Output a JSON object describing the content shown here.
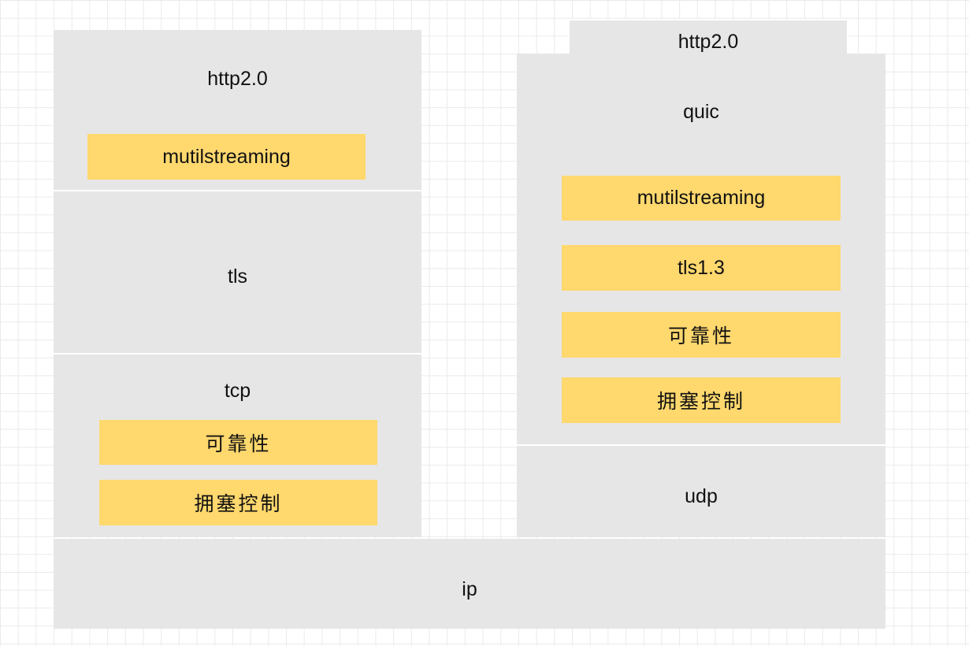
{
  "left_stack": {
    "http_label": "http2.0",
    "http_feature": "mutilstreaming",
    "tls_label": "tls",
    "tcp_label": "tcp",
    "tcp_features": [
      "可靠性",
      "拥塞控制"
    ]
  },
  "right_stack": {
    "http_tab_label": "http2.0",
    "quic_label": "quic",
    "quic_features": [
      "mutilstreaming",
      "tls1.3",
      "可靠性",
      "拥塞控制"
    ],
    "udp_label": "udp"
  },
  "base": {
    "ip_label": "ip"
  },
  "colors": {
    "layer_fill": "#e6e6e6",
    "feature_fill": "#ffd86e",
    "grid_line": "#eaeaea"
  }
}
